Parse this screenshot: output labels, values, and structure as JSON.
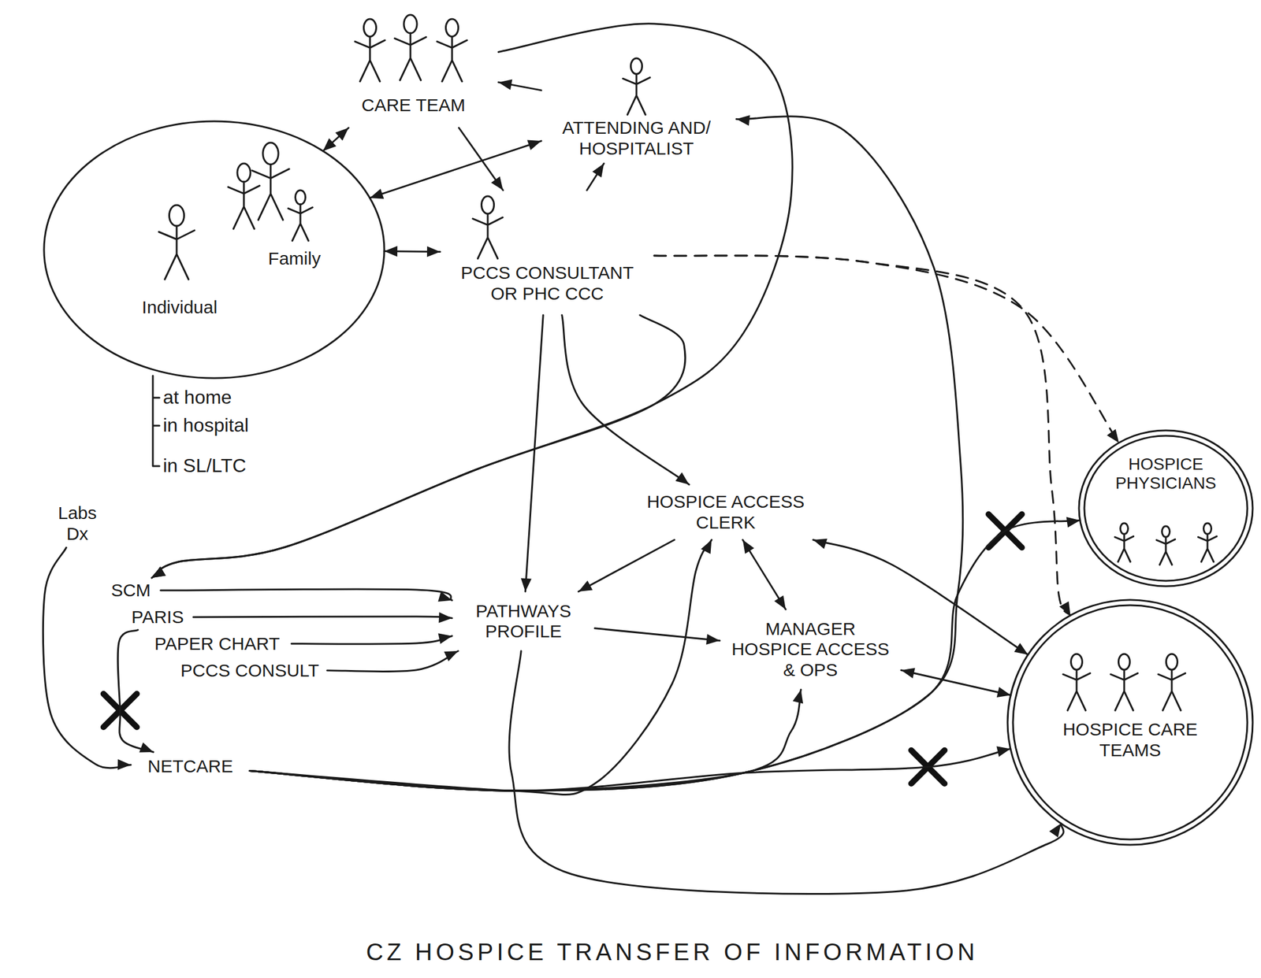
{
  "diagram": {
    "caption": "CZ HOSPICE TRANSFER OF INFORMATION",
    "nodes": [
      {
        "text": [
          "Individual",
          "Family"
        ]
      },
      {
        "text": [
          "CARE TEAM"
        ]
      },
      {
        "text": [
          "ATTENDING AND/ HOSPITALIST"
        ]
      },
      {
        "text": [
          "PCCS CONSULTANT OR PHC CCC"
        ]
      },
      {
        "text": [
          "Labs Dx"
        ]
      },
      {
        "text": [
          "SCM"
        ]
      },
      {
        "text": [
          "PARIS"
        ]
      },
      {
        "text": [
          "PAPER CHART"
        ]
      },
      {
        "text": [
          "PCCS CONSULT"
        ]
      },
      {
        "text": [
          "HOSPICE ACCESS CLERK"
        ]
      },
      {
        "text": [
          "PATHWAYS PROFILE"
        ]
      },
      {
        "text": [
          "MANAGER HOSPICE ACCESS & OPS"
        ]
      },
      {
        "text": [
          "NETCARE"
        ]
      },
      {
        "text": [
          "HOSPICE PHYSICIANS"
        ]
      },
      {
        "text": [
          "HOSPICE CARE TEAMS"
        ]
      }
    ],
    "edges": [
      {
        "from": 1,
        "to": 0,
        "arrow": "both"
      },
      {
        "from": 2,
        "to": 1,
        "arrow": "to"
      },
      {
        "from": 2,
        "to": 0,
        "arrow": "both"
      },
      {
        "from": 1,
        "to": 3,
        "arrow": "to"
      },
      {
        "from": 3,
        "to": 2,
        "arrow": "to"
      },
      {
        "from": 0,
        "to": 3,
        "arrow": "both"
      },
      {
        "from": 3,
        "to": 10,
        "arrow": "to"
      },
      {
        "from": 3,
        "to": 9,
        "arrow": "to"
      },
      {
        "from": 3,
        "to": 13,
        "arrow": "to"
      },
      {
        "from": 3,
        "to": 14,
        "arrow": "to"
      },
      {
        "from": 1,
        "to": 5,
        "arrow": "to"
      },
      {
        "from": 3,
        "to": 5,
        "arrow": "to"
      },
      {
        "from": 12,
        "to": 2,
        "arrow": "to"
      },
      {
        "from": 12,
        "to": 13,
        "arrow": "to"
      },
      {
        "from": 12,
        "to": 14,
        "arrow": "to"
      },
      {
        "from": 12,
        "to": 9,
        "arrow": "to"
      },
      {
        "from": 12,
        "to": 11,
        "arrow": "to"
      },
      {
        "from": 4,
        "to": 12,
        "arrow": "to"
      },
      {
        "from": 6,
        "to": 12,
        "arrow": "to"
      },
      {
        "from": 5,
        "to": 10,
        "arrow": "to"
      },
      {
        "from": 6,
        "to": 10,
        "arrow": "to"
      },
      {
        "from": 7,
        "to": 10,
        "arrow": "to"
      },
      {
        "from": 8,
        "to": 10,
        "arrow": "to"
      },
      {
        "from": 9,
        "to": 10,
        "arrow": "to"
      },
      {
        "from": 10,
        "to": 11,
        "arrow": "to"
      },
      {
        "from": 9,
        "to": 11,
        "arrow": "both"
      },
      {
        "from": 9,
        "to": 14,
        "arrow": "both"
      },
      {
        "from": 11,
        "to": 14,
        "arrow": "both"
      },
      {
        "from": 10,
        "to": 14,
        "arrow": "to"
      }
    ],
    "labels": [
      "at home",
      "in hospital",
      "in SL/LTC"
    ]
  }
}
